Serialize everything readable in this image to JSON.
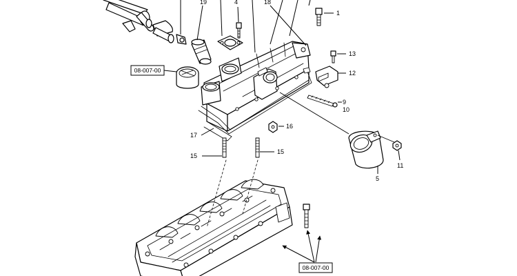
{
  "callouts": {
    "c1": "1",
    "c4": "4",
    "c5": "5",
    "c9": "9",
    "c10": "10",
    "c11": "11",
    "c12": "12",
    "c13": "13",
    "c15a": "15",
    "c15b": "15",
    "c16": "16",
    "c17": "17",
    "c18": "18",
    "c19": "19"
  },
  "references": {
    "upper": "08-007-00",
    "lower": "08-007-00"
  }
}
